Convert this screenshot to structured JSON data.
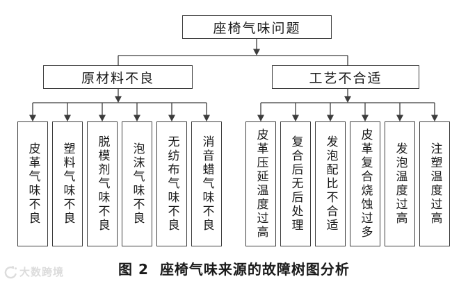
{
  "diagram": {
    "root": {
      "label": "座椅气味问题"
    },
    "branches": [
      {
        "label": "原材料不良",
        "children": [
          "皮革气味不良",
          "塑料气味不良",
          "脱模剂气味不良",
          "泡沫气味不良",
          "无纺布气味不良",
          "消音蜡气味不良"
        ]
      },
      {
        "label": "工艺不合适",
        "children": [
          "皮革压延温度过高",
          "复合后无后处理",
          "发泡配比不合适",
          "皮革复合烧蚀过多",
          "发泡温度过高",
          "注塑温度过高"
        ]
      }
    ]
  },
  "caption": {
    "figure_label": "图 2",
    "text": "座椅气味来源的故障树图分析"
  },
  "watermark": {
    "text": "大数跨境"
  },
  "colors": {
    "line": "#3c3c3c",
    "text": "#1a1a1a",
    "watermark": "#dcdcdc",
    "background": "#ffffff"
  }
}
